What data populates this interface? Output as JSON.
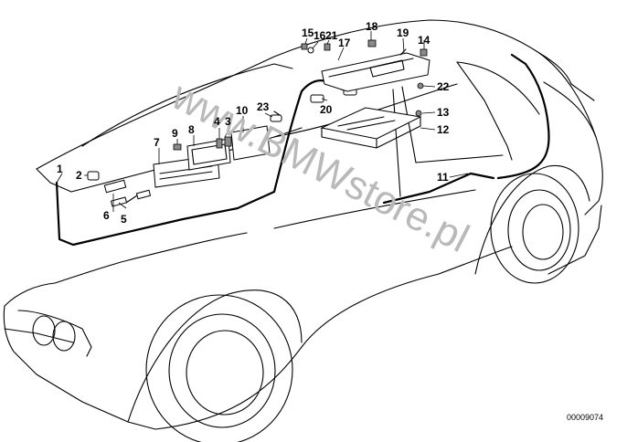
{
  "diagram": {
    "image_id": "00009074",
    "watermark": "www.BMWstore.pl",
    "callouts": [
      {
        "label": "1"
      },
      {
        "label": "2"
      },
      {
        "label": "3"
      },
      {
        "label": "4"
      },
      {
        "label": "5"
      },
      {
        "label": "6"
      },
      {
        "label": "7"
      },
      {
        "label": "8"
      },
      {
        "label": "9"
      },
      {
        "label": "10"
      },
      {
        "label": "11"
      },
      {
        "label": "12"
      },
      {
        "label": "13"
      },
      {
        "label": "14"
      },
      {
        "label": "15"
      },
      {
        "label": "16"
      },
      {
        "label": "17"
      },
      {
        "label": "18"
      },
      {
        "label": "19"
      },
      {
        "label": "20"
      },
      {
        "label": "21"
      },
      {
        "label": "22"
      },
      {
        "label": "23"
      }
    ]
  }
}
